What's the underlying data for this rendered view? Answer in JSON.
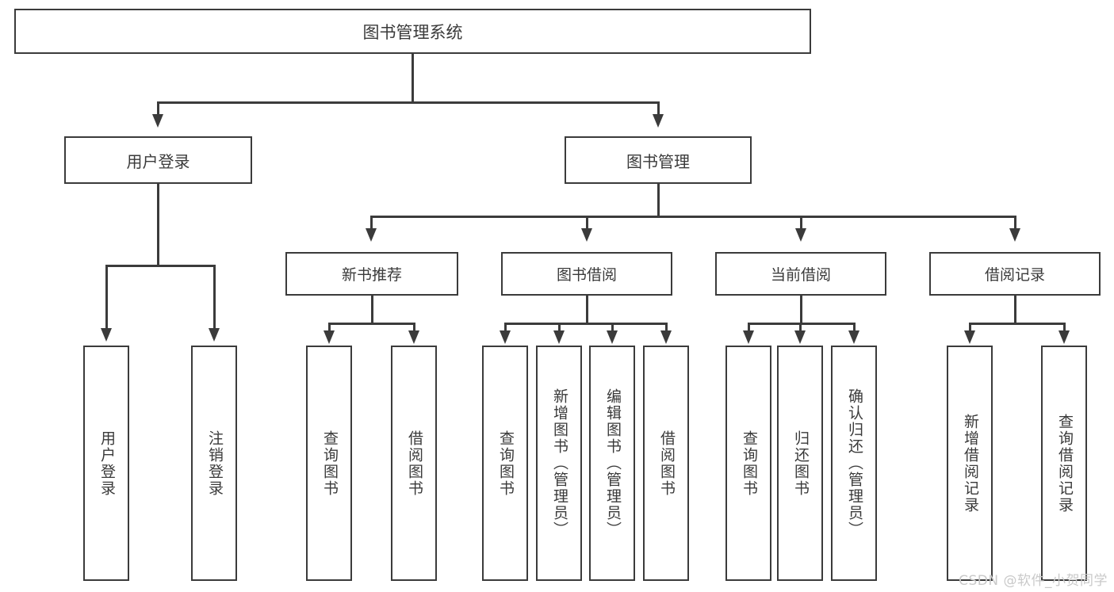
{
  "diagram": {
    "title": "图书管理系统",
    "type": "tree-hierarchy",
    "root": {
      "label": "图书管理系统"
    },
    "level1": [
      {
        "label": "用户登录"
      },
      {
        "label": "图书管理"
      }
    ],
    "level2": [
      {
        "label": "新书推荐"
      },
      {
        "label": "图书借阅"
      },
      {
        "label": "当前借阅"
      },
      {
        "label": "借阅记录"
      }
    ],
    "leaves": {
      "user_login": [
        {
          "label": "用户登录"
        },
        {
          "label": "注销登录"
        }
      ],
      "new_book_recommend": [
        {
          "label": "查询图书"
        },
        {
          "label": "借阅图书"
        }
      ],
      "book_borrow": [
        {
          "label": "查询图书"
        },
        {
          "label": "新增图书（管理员）"
        },
        {
          "label": "编辑图书（管理员）"
        },
        {
          "label": "借阅图书"
        }
      ],
      "current_borrow": [
        {
          "label": "查询图书"
        },
        {
          "label": "归还图书"
        },
        {
          "label": "确认归还（管理员）"
        }
      ],
      "borrow_record": [
        {
          "label": "新增借阅记录"
        },
        {
          "label": "查询借阅记录"
        }
      ]
    }
  },
  "watermark": {
    "text": "CSDN @软件_小贺同学"
  },
  "colors": {
    "stroke": "#3b3b3b",
    "text": "#3a3a3a",
    "background": "#ffffff",
    "watermark": "#c9c9c9"
  }
}
